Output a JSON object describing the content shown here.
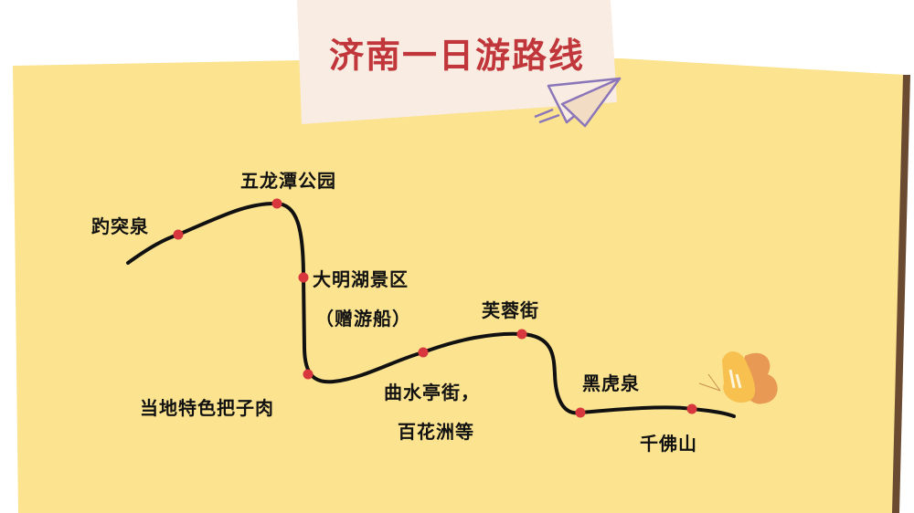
{
  "title": "济南一日游路线",
  "colors": {
    "title": "#c0363a",
    "paper": "#fbe38f",
    "card": "#f9ece2",
    "route": "#111111",
    "dot": "#d8383d"
  },
  "stops": [
    {
      "name": "趵突泉"
    },
    {
      "name": "五龙潭公园"
    },
    {
      "name": "大明湖景区",
      "note": "（赠游船）"
    },
    {
      "name": "当地特色把子肉"
    },
    {
      "name": "曲水亭街，",
      "note": "百花洲等"
    },
    {
      "name": "芙蓉街"
    },
    {
      "name": "黑虎泉"
    },
    {
      "name": "千佛山"
    }
  ]
}
